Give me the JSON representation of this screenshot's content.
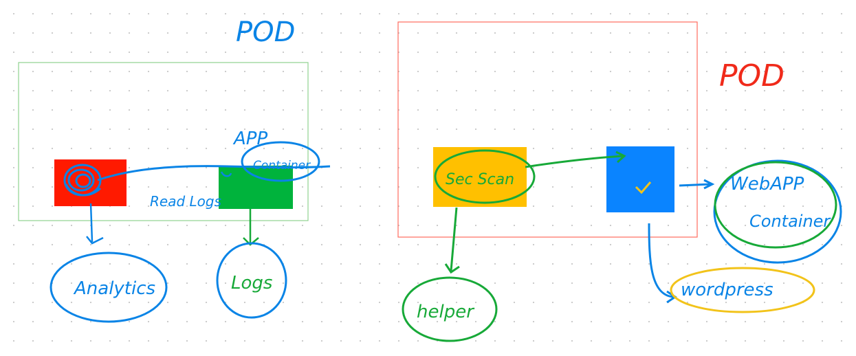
{
  "colors": {
    "background": "#ffffff",
    "dot_grid": "#c9c9c9",
    "pod_left_border": "#8fd18f",
    "pod_right_border": "#ff6b5e",
    "red_container": "#ff1a00",
    "green_container": "#00b33c",
    "yellow_container": "#ffc000",
    "blue_container": "#0a84ff",
    "ink_blue": "#0a84e6",
    "ink_green": "#17a938",
    "ink_red": "#f02a1a",
    "ink_yellow": "#f2c31a"
  },
  "left_pod": {
    "title": "POD",
    "app_label": "APP",
    "app_container_label": "Container",
    "read_logs_label": "Read Logs",
    "analytics_label": "Analytics",
    "logs_label": "Logs"
  },
  "right_pod": {
    "title": "POD",
    "sec_scan_label": "Sec Scan",
    "check_icon": "checkmark-icon",
    "webapp_label": "WebAPP",
    "webapp_sub_label": "Container",
    "helper_label": "helper",
    "wordpress_label": "wordpress"
  }
}
